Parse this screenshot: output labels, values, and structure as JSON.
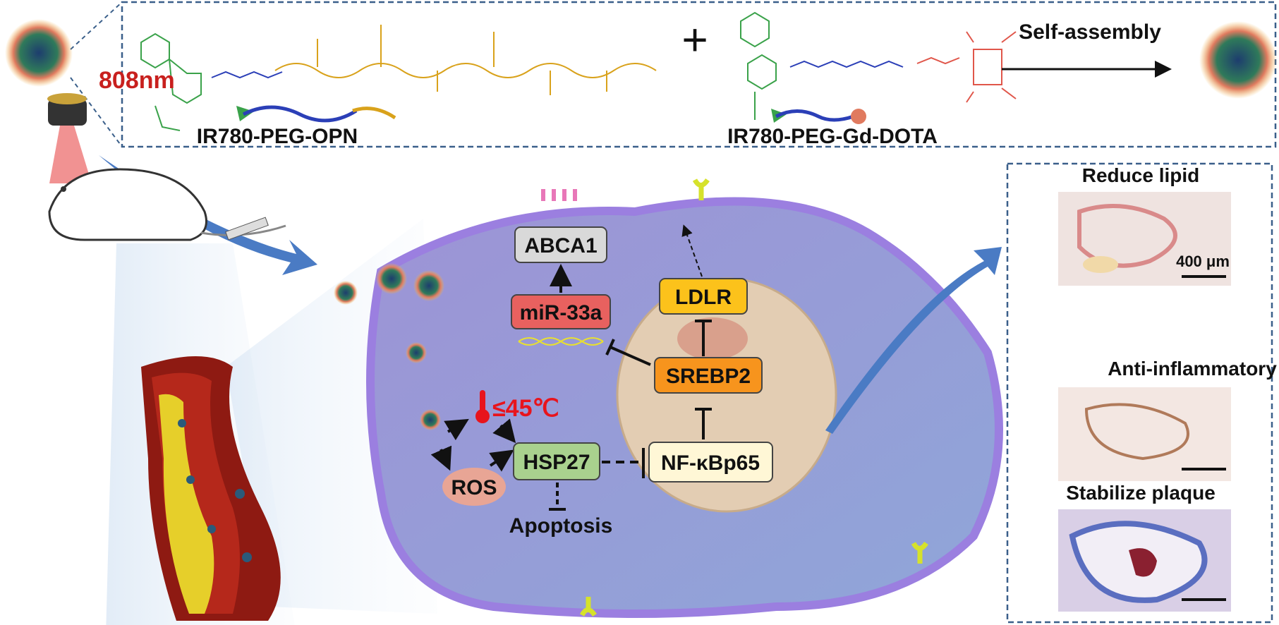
{
  "synthesis": {
    "molecule1": "IR780-PEG-OPN",
    "molecule2": "IR780-PEG-Gd-DOTA",
    "plus": "+",
    "process": "Self-assembly"
  },
  "laser": {
    "wavelength": "808nm"
  },
  "pathway": {
    "abca1": "ABCA1",
    "mir33a": "miR-33a",
    "ldlr": "LDLR",
    "srebp2": "SREBP2",
    "hsp27": "HSP27",
    "nfkb": "NF-κBp65",
    "temperature": "≤45℃",
    "ros": "ROS",
    "apoptosis": "Apoptosis"
  },
  "outcomes": {
    "items": [
      {
        "label": "Reduce lipid"
      },
      {
        "label": "Anti-inflammatory"
      },
      {
        "label": "Stabilize plaque"
      }
    ],
    "scale_bar": "400 μm"
  },
  "colors": {
    "abca1": "#d9d9d9",
    "mir33a": "#e8615f",
    "ldlr": "#fcc21b",
    "srebp2": "#f7941d",
    "hsp27": "#a9d18e",
    "nfkb": "#fff7d6",
    "temperature": "#e8141c",
    "cell": "#a99be0",
    "frame": "#3a5f8a"
  }
}
